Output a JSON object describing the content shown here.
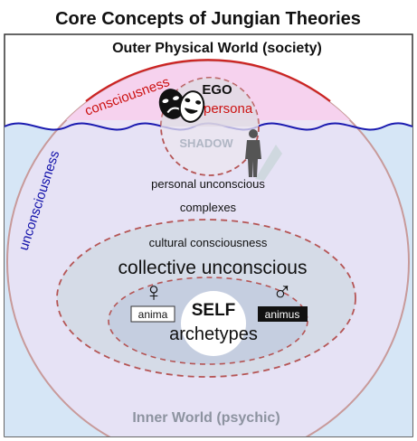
{
  "title": "Core Concepts of Jungian Theories",
  "outer_world": "Outer Physical World (society)",
  "inner_world": "Inner World (psychic)",
  "consciousness_label": "consciousness",
  "unconsciousness_label": "unconsciousness",
  "ego_label": "EGO",
  "persona_label": "persona",
  "shadow_label": "SHADOW",
  "personal_unconscious": "personal unconscious",
  "complexes": "complexes",
  "cultural_consciousness": "cultural consciousness",
  "collective_unconscious": "collective unconscious",
  "self_label": "SELF",
  "archetypes": "archetypes",
  "anima": {
    "label": "anima",
    "symbol": "♀"
  },
  "animus": {
    "label": "animus",
    "symbol": "♂"
  },
  "colors": {
    "water": "#d6e6f6",
    "wave_line": "#1b1bb0",
    "psyche_fill": "#e8e0f4",
    "psyche_stroke": "#c89a9a",
    "pink_zone": "#f6d2ee",
    "consciousness_text": "#cc1111",
    "persona_text": "#cc1111",
    "unconscious_text": "#1111aa",
    "dashed_stroke": "#bb5555",
    "collective_fill": "#d5dbe7",
    "archetype_ring_fill": "#c5cee0",
    "shadow_text": "#b0b6c4",
    "inner_world_text": "#8d93a0"
  },
  "icons": [
    "theatre-masks-icon",
    "shadow-figure-icon",
    "female-symbol-icon",
    "male-symbol-icon"
  ]
}
